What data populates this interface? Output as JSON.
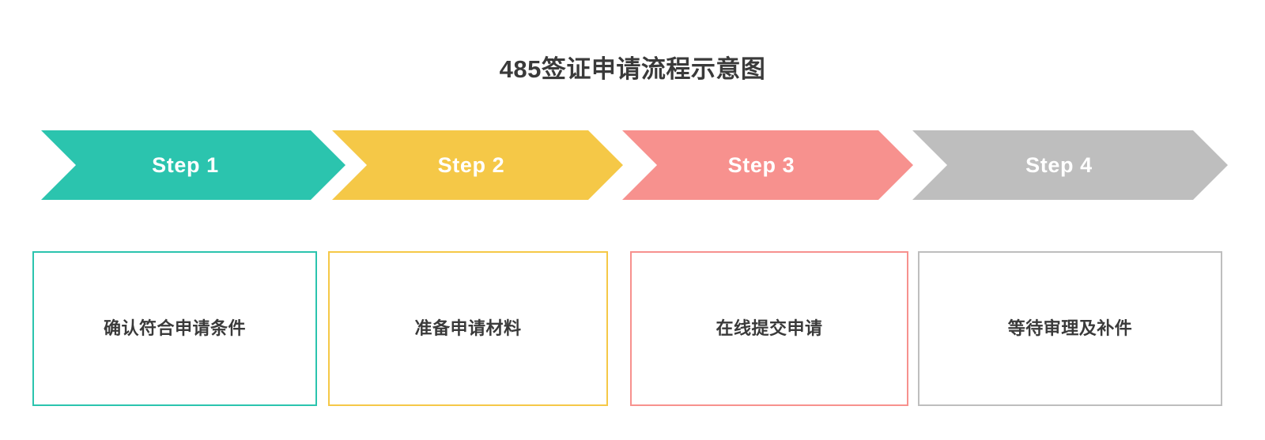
{
  "page": {
    "title": "485签证申请流程示意图",
    "background_color": "#ffffff"
  },
  "colors": {
    "step1": "#2BC4AE",
    "step2": "#F5C847",
    "step3": "#F7918E",
    "step4": "#BEBEBE",
    "title_text": "#3a3a3a",
    "box_text": "#3a3a3a",
    "arrow_text": "#ffffff"
  },
  "flow": {
    "steps": [
      {
        "arrow_label": "Step 1",
        "box_label": "确认符合申请条件",
        "color": "#2BC4AE"
      },
      {
        "arrow_label": "Step 2",
        "box_label": "准备申请材料",
        "color": "#F5C847"
      },
      {
        "arrow_label": "Step 3",
        "box_label": "在线提交申请",
        "color": "#F7918E"
      },
      {
        "arrow_label": "Step 4",
        "box_label": "等待审理及补件",
        "color": "#BEBEBE"
      }
    ]
  }
}
